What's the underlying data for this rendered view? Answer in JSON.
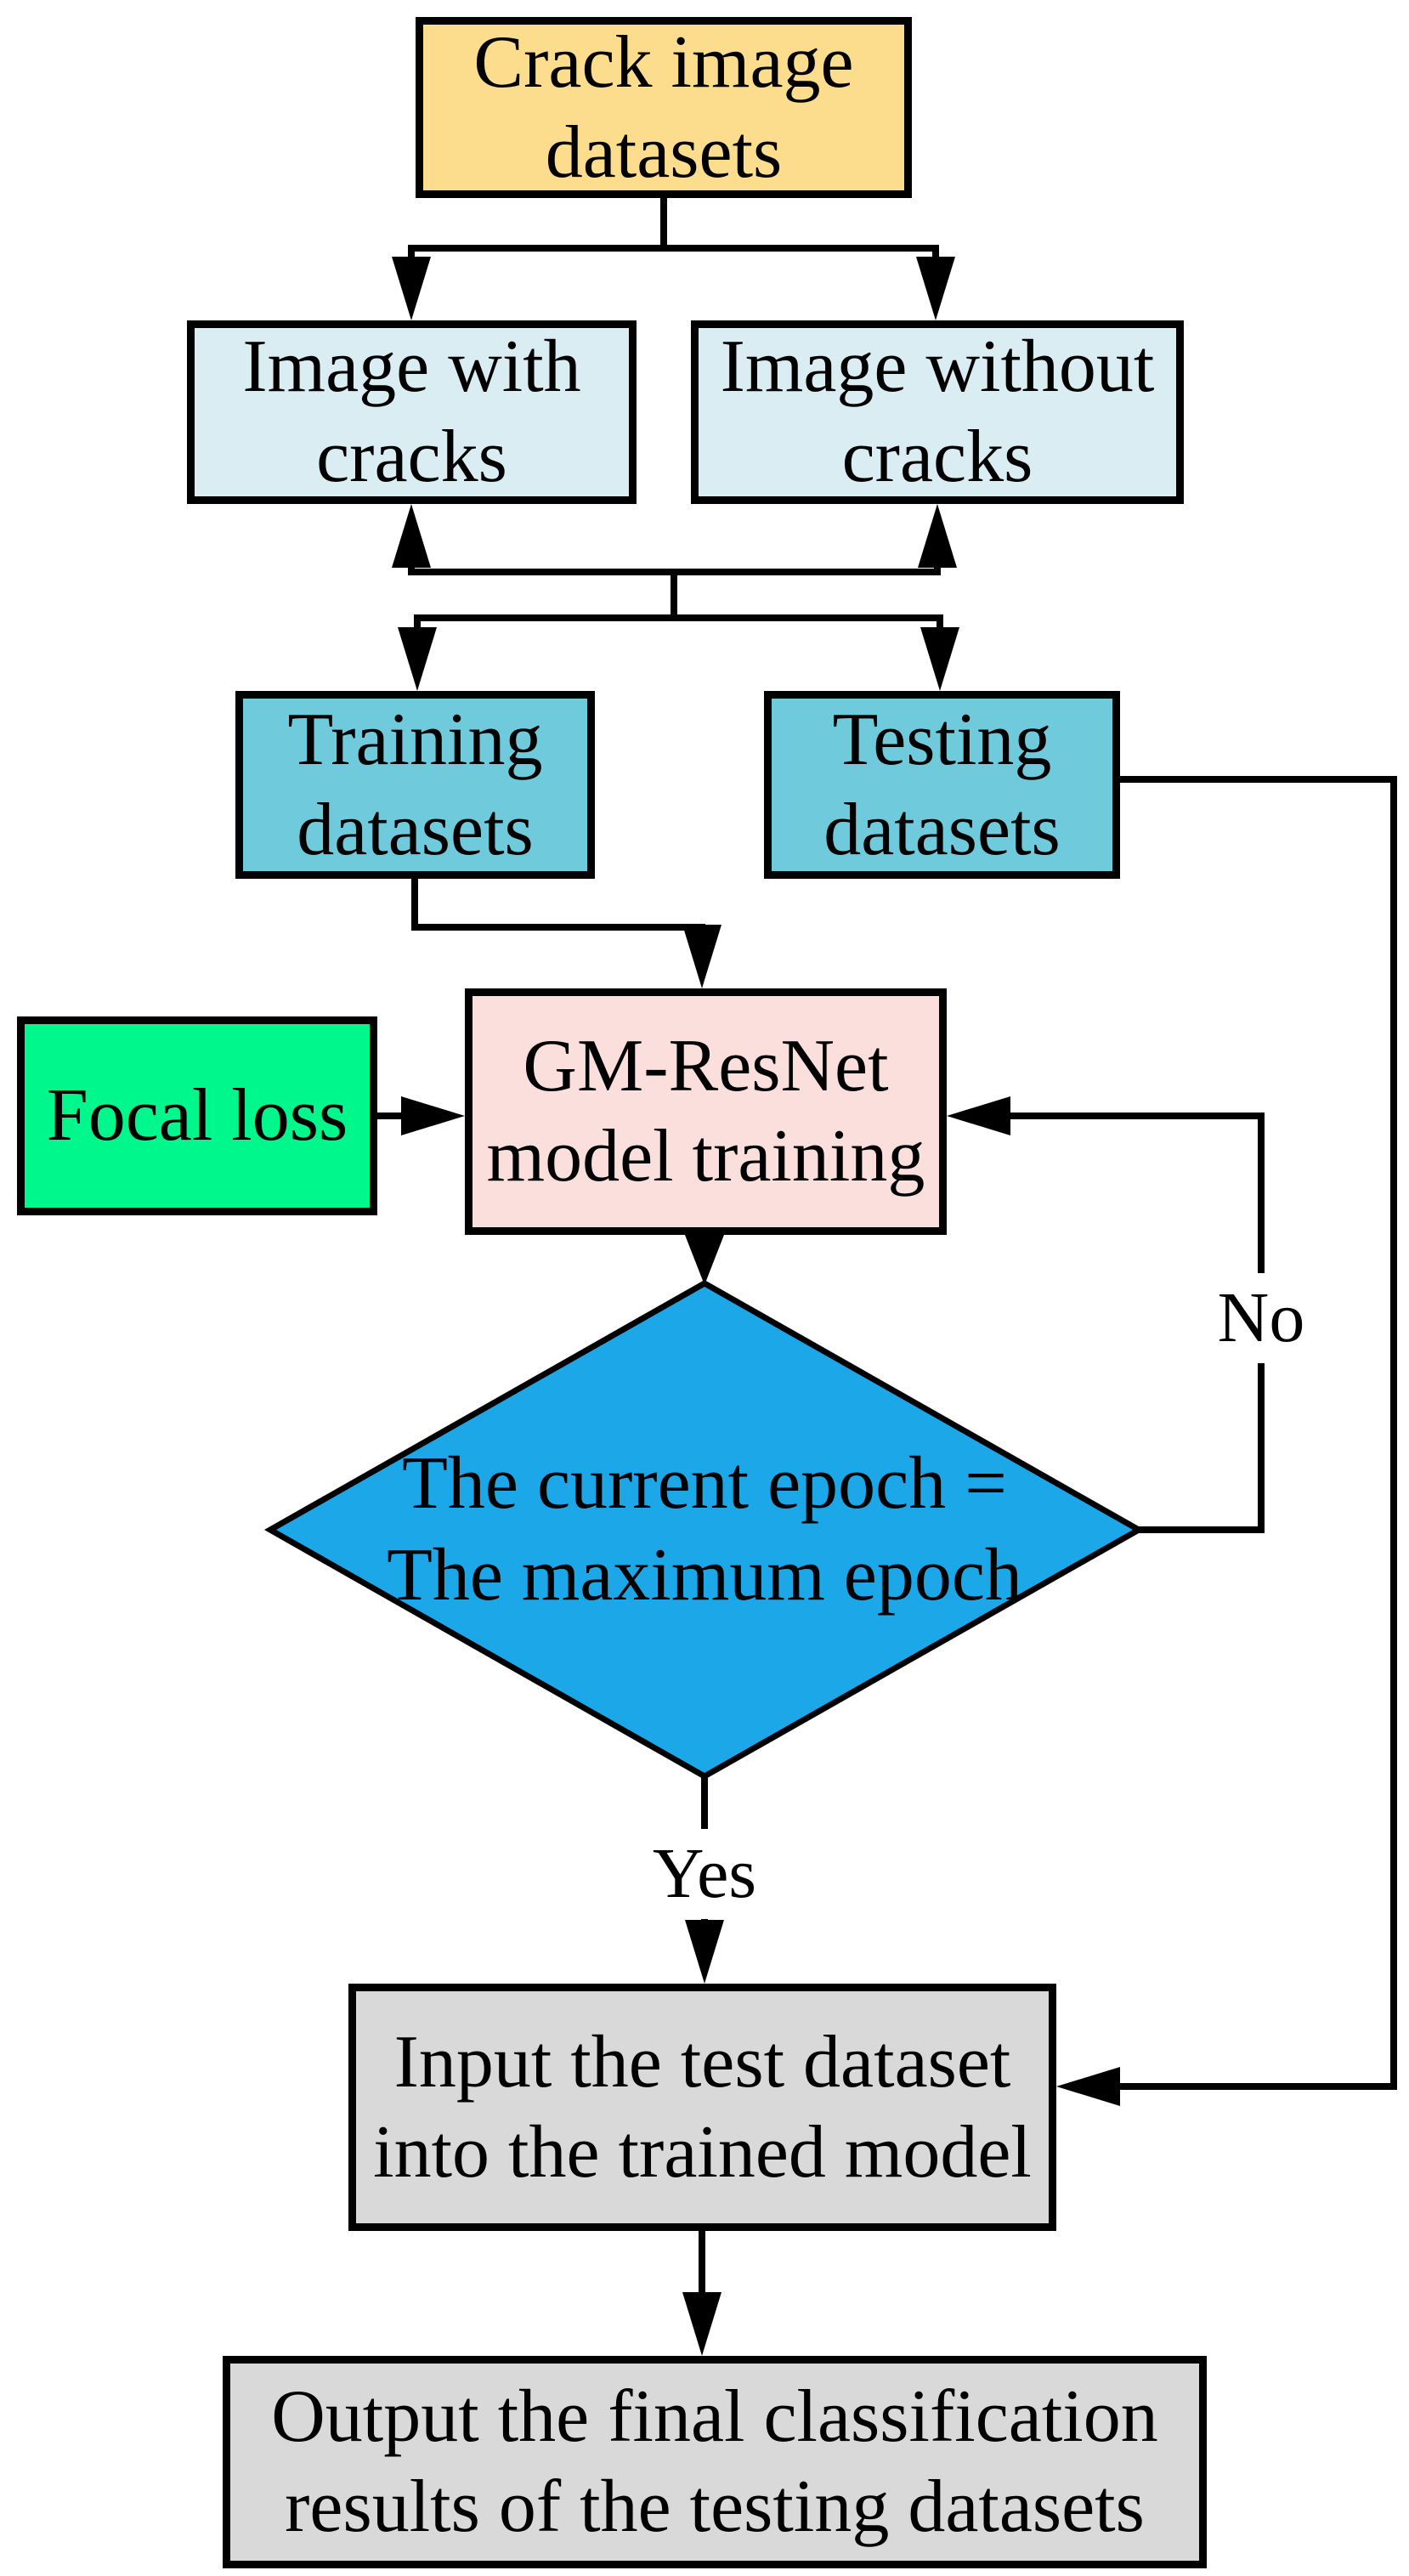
{
  "figure": {
    "background": "#FFFFFF",
    "line_color": "#000000"
  },
  "nodes": {
    "crack_image_datasets": {
      "lines": [
        "Crack image",
        "datasets"
      ],
      "fill": "#FBDD8D"
    },
    "image_with_cracks": {
      "lines": [
        "Image with",
        "cracks"
      ],
      "fill": "#D9EDF2"
    },
    "image_without_cracks": {
      "lines": [
        "Image without",
        "cracks"
      ],
      "fill": "#D9EDF2"
    },
    "training_datasets": {
      "lines": [
        "Training",
        "datasets"
      ],
      "fill": "#6FCBDC"
    },
    "testing_datasets": {
      "lines": [
        "Testing",
        "datasets"
      ],
      "fill": "#6FCBDC"
    },
    "focal_loss": {
      "lines": [
        "Focal loss"
      ],
      "fill": "#00F78C"
    },
    "gm_resnet_training": {
      "lines": [
        "GM-ResNet",
        "model training"
      ],
      "fill": "#FADFDC"
    },
    "epoch_decision": {
      "lines": [
        "The current epoch =",
        "The maximum epoch"
      ],
      "fill": "#1BA7E8"
    },
    "input_test_dataset": {
      "lines": [
        "Input the test dataset",
        "into the trained model"
      ],
      "fill": "#D9D9D9"
    },
    "output_results": {
      "lines": [
        "Output the final classification",
        "results of the testing datasets"
      ],
      "fill": "#D9D9D9"
    }
  },
  "edge_labels": {
    "no": "No",
    "yes": "Yes"
  }
}
